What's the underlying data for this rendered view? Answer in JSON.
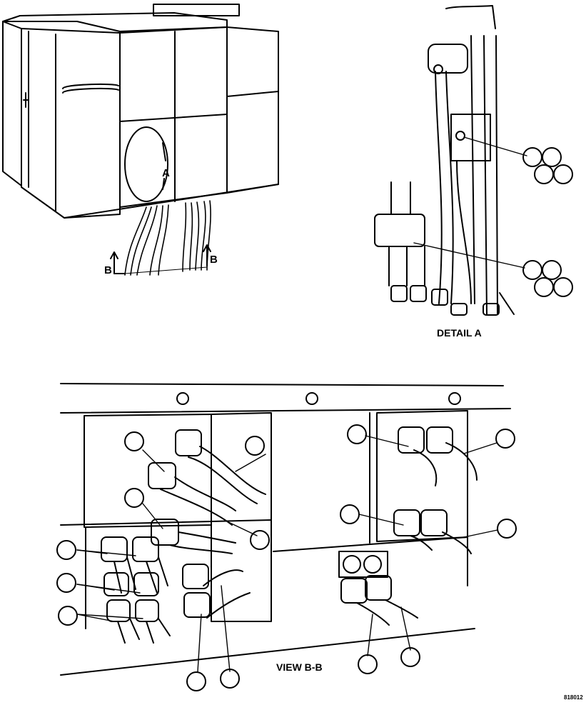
{
  "labels": {
    "detail_callout": "A",
    "view_marker_left": "B",
    "view_marker_right": "B",
    "detail_title": "DETAIL A",
    "view_title": "VIEW B-B",
    "figure_code": "818012"
  }
}
